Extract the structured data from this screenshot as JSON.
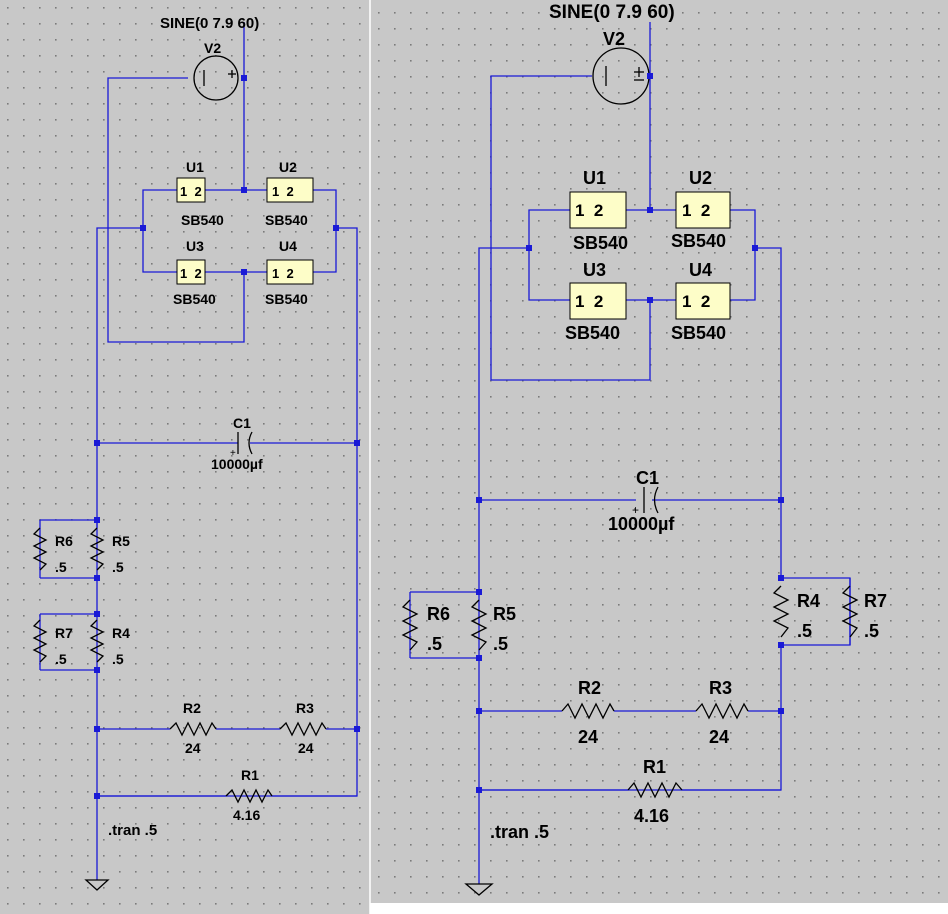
{
  "colors": {
    "background": "#c8c8c8",
    "grid_dot": "#7a7a7a",
    "wire": "#1a1ad6",
    "junction": "#1a1ad6",
    "component_fill": "#fdfdc8",
    "component_stroke": "#000000",
    "text": "#000000"
  },
  "left": {
    "source_value": "SINE(0 7.9 60)",
    "source_name": "V2",
    "diodes": [
      {
        "name": "U1",
        "pins": "1  2",
        "model": "SB540"
      },
      {
        "name": "U2",
        "pins": "1  2",
        "model": "SB540"
      },
      {
        "name": "U3",
        "pins": "1  2",
        "model": "SB540"
      },
      {
        "name": "U4",
        "pins": "1  2",
        "model": "SB540"
      }
    ],
    "capacitor": {
      "name": "C1",
      "value": "10000µf",
      "polarity": "+"
    },
    "resistors": {
      "R6": {
        "name": "R6",
        "value": ".5"
      },
      "R5": {
        "name": "R5",
        "value": ".5"
      },
      "R7": {
        "name": "R7",
        "value": ".5"
      },
      "R4": {
        "name": "R4",
        "value": ".5"
      },
      "R2": {
        "name": "R2",
        "value": "24"
      },
      "R3": {
        "name": "R3",
        "value": "24"
      },
      "R1": {
        "name": "R1",
        "value": "4.16"
      }
    },
    "directive": ".tran .5"
  },
  "right": {
    "source_value": "SINE(0 7.9 60)",
    "source_name": "V2",
    "diodes": [
      {
        "name": "U1",
        "pins": "1  2",
        "model": "SB540"
      },
      {
        "name": "U2",
        "pins": "1  2",
        "model": "SB540"
      },
      {
        "name": "U3",
        "pins": "1  2",
        "model": "SB540"
      },
      {
        "name": "U4",
        "pins": "1  2",
        "model": "SB540"
      }
    ],
    "capacitor": {
      "name": "C1",
      "value": "10000µf",
      "polarity": "+"
    },
    "resistors": {
      "R6": {
        "name": "R6",
        "value": ".5"
      },
      "R5": {
        "name": "R5",
        "value": ".5"
      },
      "R4": {
        "name": "R4",
        "value": ".5"
      },
      "R7": {
        "name": "R7",
        "value": ".5"
      },
      "R2": {
        "name": "R2",
        "value": "24"
      },
      "R3": {
        "name": "R3",
        "value": "24"
      },
      "R1": {
        "name": "R1",
        "value": "4.16"
      }
    },
    "directive": ".tran .5"
  }
}
